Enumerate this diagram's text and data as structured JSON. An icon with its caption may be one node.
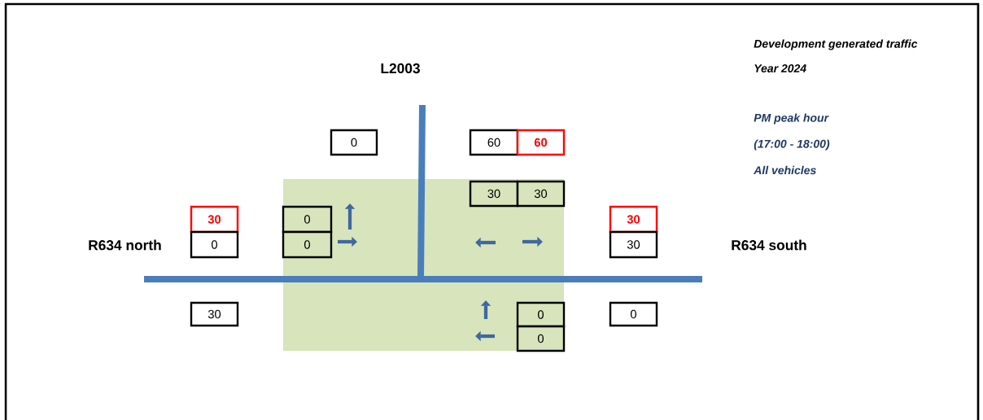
{
  "diagram": {
    "nodes": [
      {
        "text": [
          "0"
        ]
      },
      {
        "text": [
          "60"
        ]
      },
      {
        "text": [
          "60"
        ]
      },
      {
        "text": [
          "30"
        ]
      },
      {
        "text": [
          "30"
        ]
      },
      {
        "text": [
          "30"
        ]
      },
      {
        "text": [
          "0"
        ]
      },
      {
        "text": [
          "30"
        ]
      },
      {
        "text": [
          "0"
        ]
      },
      {
        "text": [
          "0"
        ]
      },
      {
        "text": [
          "30"
        ]
      },
      {
        "text": [
          "30"
        ]
      },
      {
        "text": [
          "0"
        ]
      },
      {
        "text": [
          "0"
        ]
      },
      {
        "text": [
          "0"
        ]
      }
    ],
    "labels": [
      "Development generated traffic",
      "L2003",
      "Year 2024",
      "PM peak hour",
      "(17:00 - 18:00)",
      "All vehicles",
      "R634 north",
      "R634 south"
    ]
  }
}
